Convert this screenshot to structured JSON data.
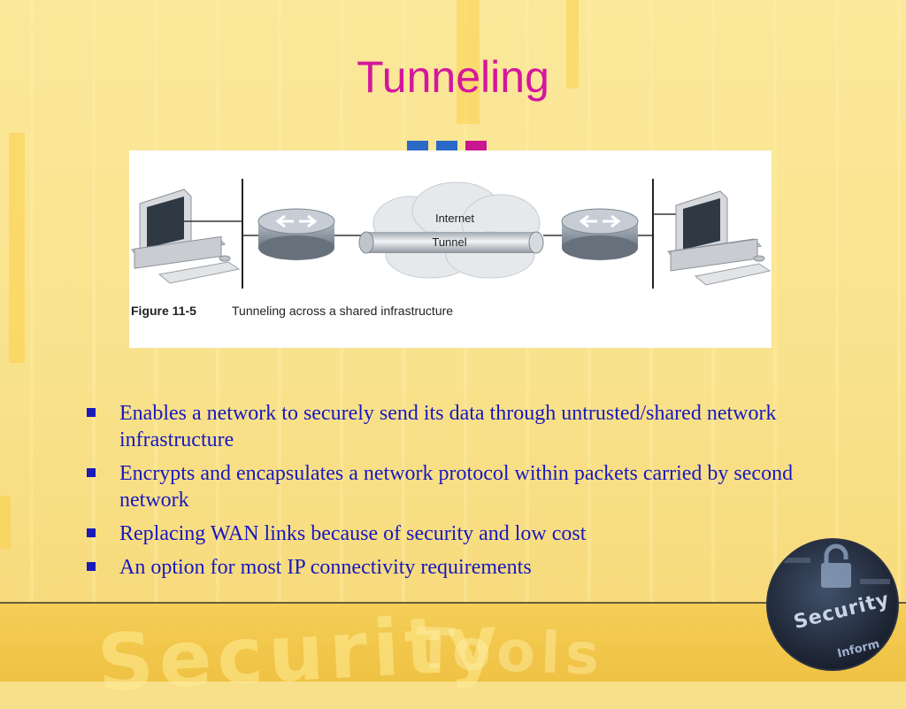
{
  "slide": {
    "title": "Tunneling",
    "accent_colors": [
      "#2a69c6",
      "#2a69c6",
      "#c8178f"
    ]
  },
  "figure": {
    "cloud_label": "Internet",
    "tunnel_label": "Tunnel",
    "caption_number": "Figure 11-5",
    "caption_text": "Tunneling across a shared infrastructure"
  },
  "bullets": [
    "Enables a network to securely send its data through untrusted/shared network infrastructure",
    "Encrypts and encapsulates a network protocol within packets carried by second network",
    "Replacing WAN links because of security and low cost",
    "An option for most IP connectivity requirements"
  ],
  "background": {
    "footer_word": "Security",
    "footer_word_2": "Tools",
    "badge_word": "Security",
    "badge_word_2": "Inform"
  },
  "colors": {
    "title": "#d3179d",
    "bullet_text": "#1818c0",
    "background": "#f8e08a"
  }
}
